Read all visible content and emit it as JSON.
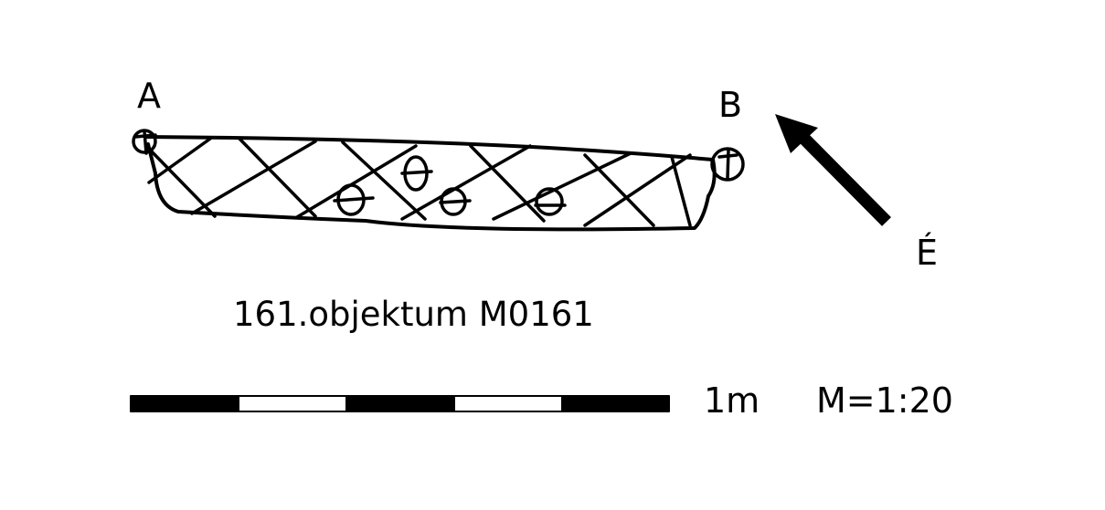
{
  "points": {
    "a": "A",
    "b": "B"
  },
  "north_label": "É",
  "caption": "161.objektum M0161",
  "scale": {
    "length_label": "1m",
    "ratio_label": "M=1:20",
    "segments": 5
  },
  "colors": {
    "ink": "#000000",
    "paper": "#ffffff"
  }
}
